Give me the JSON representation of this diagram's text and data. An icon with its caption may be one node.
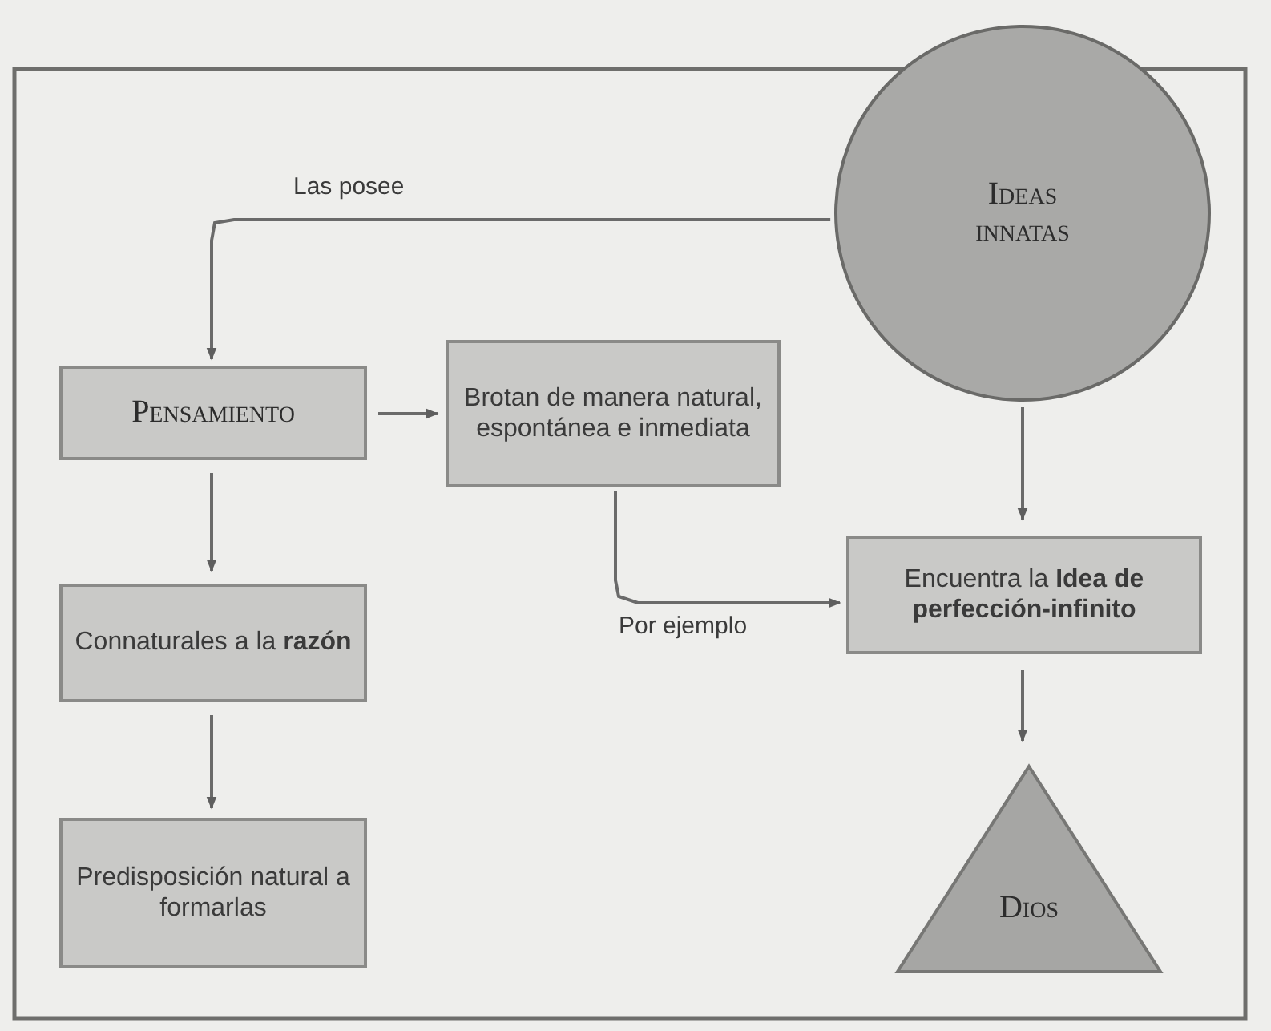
{
  "diagram": {
    "nodes": [
      {
        "text": [
          "Ideas innatas"
        ]
      },
      {
        "text": [
          "Pensamiento"
        ]
      },
      {
        "text": [
          "Brotan de manera natural, espontánea e inmediata"
        ]
      },
      {
        "text": [
          "Connaturales a la **razón**"
        ]
      },
      {
        "text": [
          "Encuentra la **Idea de perfección-infinito**"
        ]
      },
      {
        "text": [
          "Predisposición natural a formarlas"
        ]
      },
      {
        "text": [
          "Dios"
        ]
      }
    ],
    "edges": [
      {
        "from": 0,
        "to": 1,
        "arrow": "to",
        "label": "Las posee"
      },
      {
        "from": 1,
        "to": 2,
        "arrow": "to"
      },
      {
        "from": 1,
        "to": 3,
        "arrow": "to"
      },
      {
        "from": 3,
        "to": 5,
        "arrow": "to"
      },
      {
        "from": 2,
        "to": 4,
        "arrow": "to",
        "label": "Por ejemplo"
      },
      {
        "from": 0,
        "to": 4,
        "arrow": "to"
      },
      {
        "from": 4,
        "to": 6,
        "arrow": "to"
      }
    ]
  }
}
